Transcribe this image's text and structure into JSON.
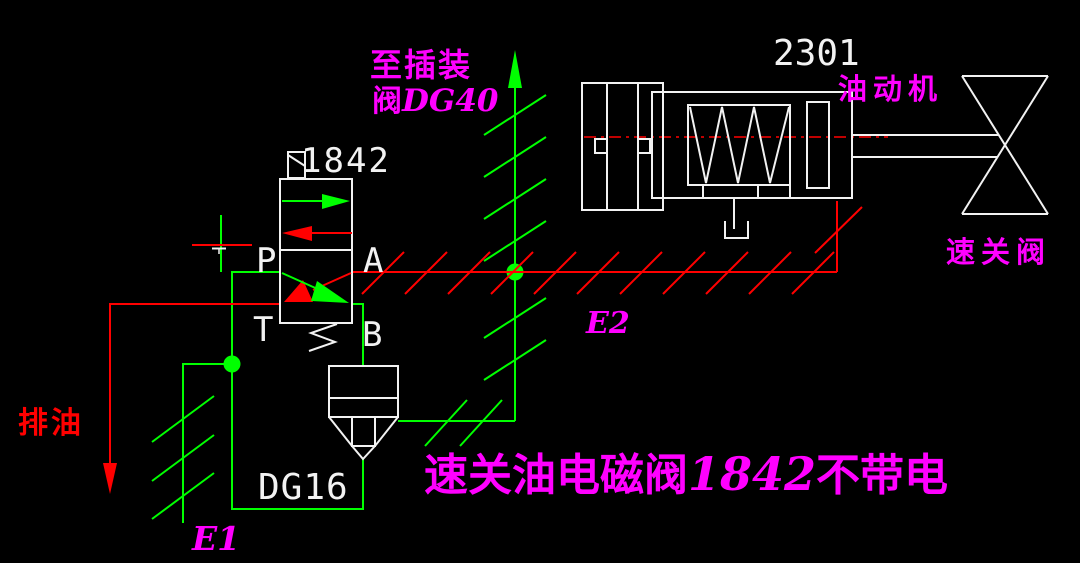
{
  "labels": {
    "to_cartridge_1": "至插装",
    "to_cartridge_2a": "阀",
    "to_cartridge_2b": "DG40",
    "valve_tag": "1842",
    "port_p": "P",
    "port_a": "A",
    "port_t": "T",
    "port_b": "B",
    "actuator_tag": "2301",
    "actuator_name": "油动机",
    "quick_close_valve": "速关阀",
    "drain_oil": "排油",
    "orifice_tag": "DG16",
    "line_e1": "E1",
    "line_e2": "E2",
    "caption_1": "速关油电磁阀",
    "caption_num": "1842",
    "caption_2": "不带电"
  },
  "colors": {
    "bg": "#000000",
    "green": "#00ff00",
    "red": "#ff0000",
    "magenta": "#ff00ff",
    "white": "#f2f2f2"
  }
}
